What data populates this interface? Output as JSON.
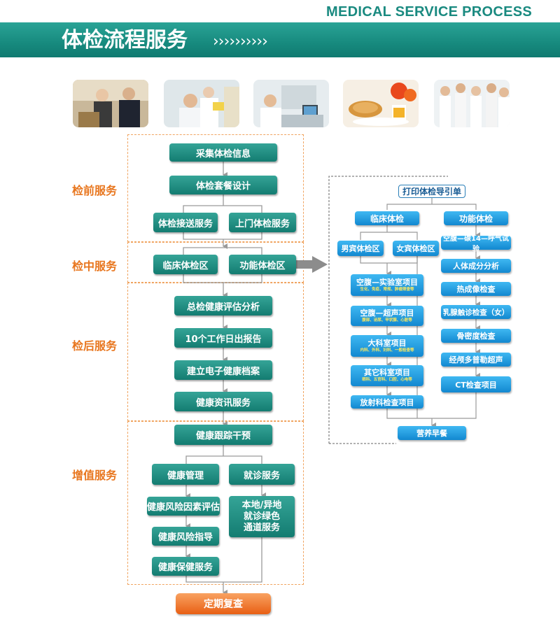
{
  "header": {
    "english_title": "MEDICAL SERVICE PROCESS",
    "title": "体检流程服务",
    "chevrons": "››››››››››"
  },
  "stages": {
    "pre": "检前服务",
    "mid": "检中服务",
    "post": "检后服务",
    "value": "增值服务"
  },
  "left_flow": {
    "collect_info": "采集体检信息",
    "package_design": "体检套餐设计",
    "pickup_service": "体检接送服务",
    "home_service": "上门体检服务",
    "clinical_area": "临床体检区",
    "functional_area": "功能体检区",
    "overall_assessment": "总检健康评估分析",
    "report_10days": "10个工作日出报告",
    "e_health_record": "建立电子健康档案",
    "health_info_service": "健康资讯服务",
    "health_tracking": "健康跟踪干预",
    "health_management": "健康管理",
    "medical_service": "就诊服务",
    "risk_assessment": "健康风险因素评估",
    "green_channel": "本地/异地\n就诊绿色\n通道服务",
    "risk_guidance": "健康风险指导",
    "health_care_service": "健康保健服务",
    "regular_review": "定期复查"
  },
  "right_flow": {
    "print_guide": "打印体检导引单",
    "clinical_exam": "临床体检",
    "functional_exam": "功能体检",
    "male_area": "男宾体检区",
    "female_area": "女宾体检区",
    "fasting_lab": {
      "main": "空腹—实验室项目",
      "sub": "生化、免疫、常规、肿瘤筛查等"
    },
    "fasting_ultrasound": {
      "main": "空腹—超声项目",
      "sub": "腹部、泌尿、甲状腺、心脏等"
    },
    "major_dept": {
      "main": "大科室项目",
      "sub": "内科、外科、妇科、一般检查等"
    },
    "other_dept": {
      "main": "其它科室项目",
      "sub": "眼科、五官科、口腔、心电等"
    },
    "radiology": "放射科检查项目",
    "breath_test": "空腹—碳14—呼气试验",
    "body_composition": "人体成分分析",
    "thermal_imaging": "热成像检查",
    "breast_exam": "乳腺触诊检查（女）",
    "bone_density": "骨密度检查",
    "doppler": "经颅多普勒超声",
    "ct_exam": "CT检查项目",
    "breakfast": "营养早餐"
  },
  "colors": {
    "teal": "#178a7e",
    "blue": "#1288d0",
    "orange_label": "#e8761e",
    "orange_button": "#e85f14",
    "dash_border": "#f0a460"
  }
}
